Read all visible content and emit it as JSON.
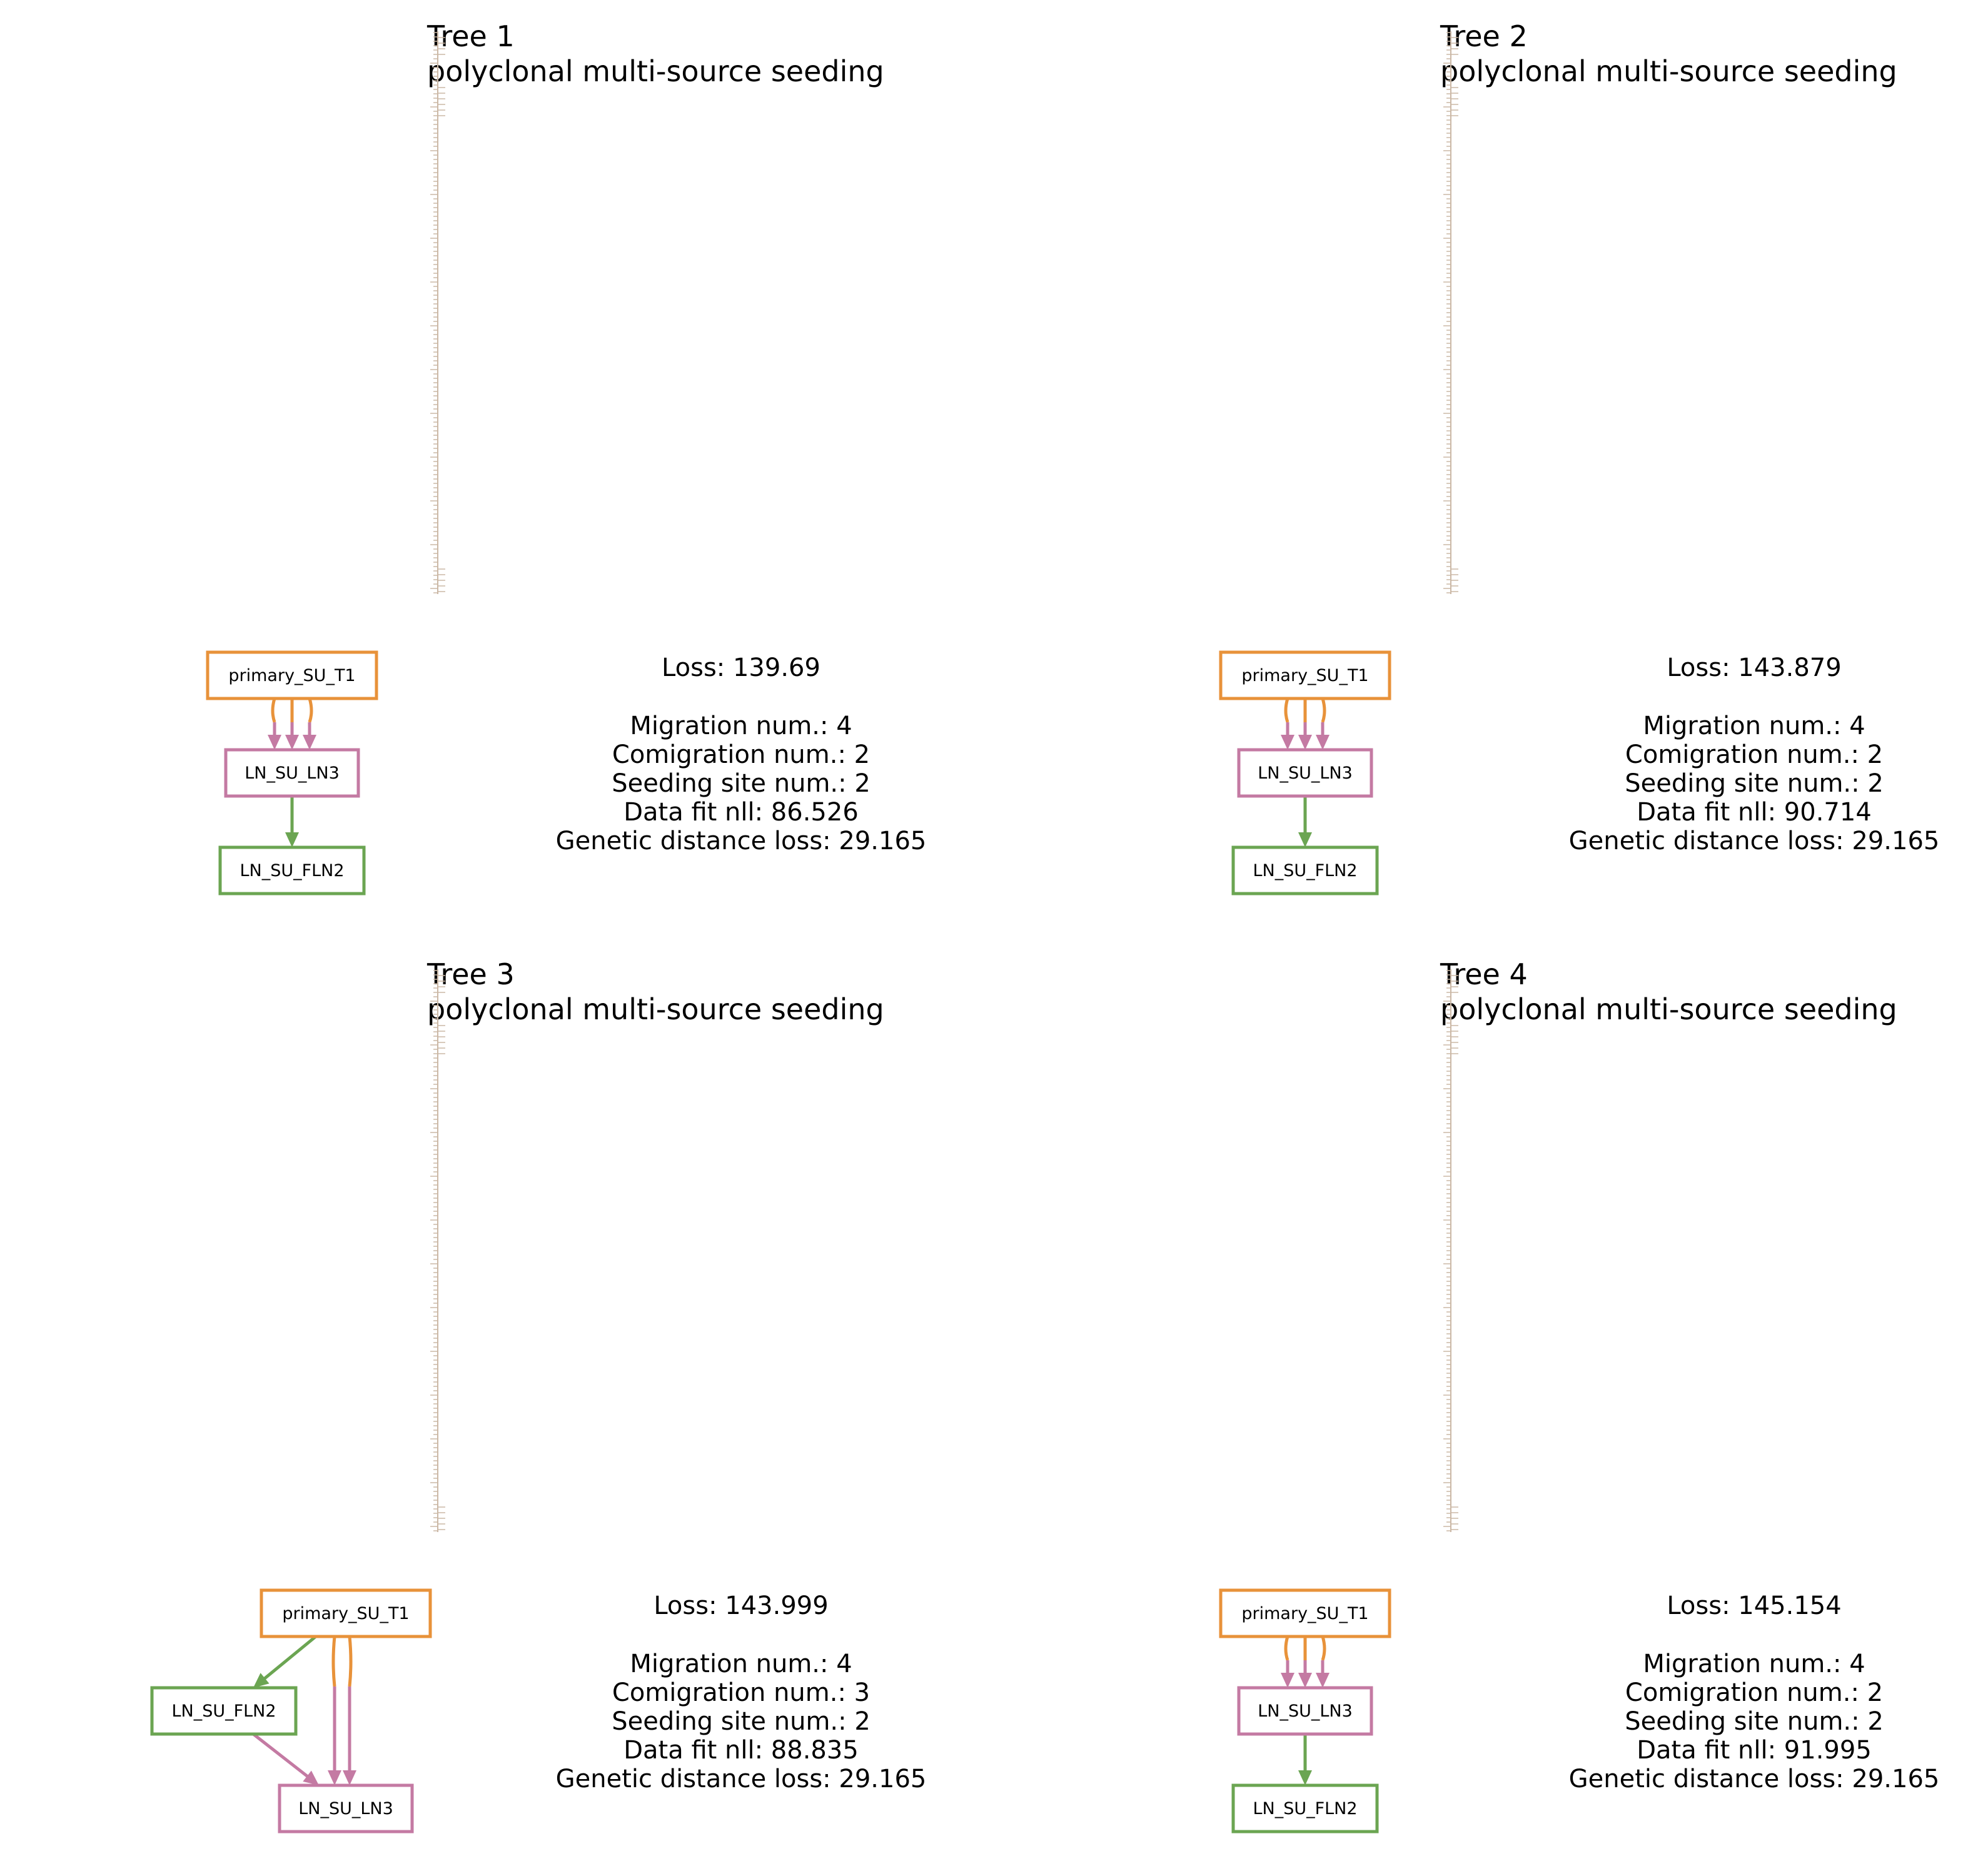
{
  "colors": {
    "primary": "#E8923A",
    "ln3": "#C47AA3",
    "fln2": "#6BA552",
    "spine": "#CBB8A6"
  },
  "trees": [
    {
      "title": "Tree 1",
      "subtitle": "polyclonal multi-source seeding",
      "layout": "chain",
      "nodes": {
        "primary": "primary_SU_T1",
        "ln3": "LN_SU_LN3",
        "fln2": "LN_SU_FLN2"
      },
      "stats": {
        "loss": "Loss: 139.69",
        "migration": "Migration num.: 4",
        "comigration": "Comigration num.: 2",
        "seeding": "Seeding site num.: 2",
        "datafit": "Data fit nll: 86.526",
        "genetic": "Genetic distance loss: 29.165"
      }
    },
    {
      "title": "Tree 2",
      "subtitle": "polyclonal multi-source seeding",
      "layout": "chain",
      "nodes": {
        "primary": "primary_SU_T1",
        "ln3": "LN_SU_LN3",
        "fln2": "LN_SU_FLN2"
      },
      "stats": {
        "loss": "Loss: 143.879",
        "migration": "Migration num.: 4",
        "comigration": "Comigration num.: 2",
        "seeding": "Seeding site num.: 2",
        "datafit": "Data fit nll: 90.714",
        "genetic": "Genetic distance loss: 29.165"
      }
    },
    {
      "title": "Tree 3",
      "subtitle": "polyclonal multi-source seeding",
      "layout": "branch",
      "nodes": {
        "primary": "primary_SU_T1",
        "ln3": "LN_SU_LN3",
        "fln2": "LN_SU_FLN2"
      },
      "stats": {
        "loss": "Loss: 143.999",
        "migration": "Migration num.: 4",
        "comigration": "Comigration num.: 3",
        "seeding": "Seeding site num.: 2",
        "datafit": "Data fit nll: 88.835",
        "genetic": "Genetic distance loss: 29.165"
      }
    },
    {
      "title": "Tree 4",
      "subtitle": "polyclonal multi-source seeding",
      "layout": "chain",
      "nodes": {
        "primary": "primary_SU_T1",
        "ln3": "LN_SU_LN3",
        "fln2": "LN_SU_FLN2"
      },
      "stats": {
        "loss": "Loss: 145.154",
        "migration": "Migration num.: 4",
        "comigration": "Comigration num.: 2",
        "seeding": "Seeding site num.: 2",
        "datafit": "Data fit nll: 91.995",
        "genetic": "Genetic distance loss: 29.165"
      }
    }
  ]
}
